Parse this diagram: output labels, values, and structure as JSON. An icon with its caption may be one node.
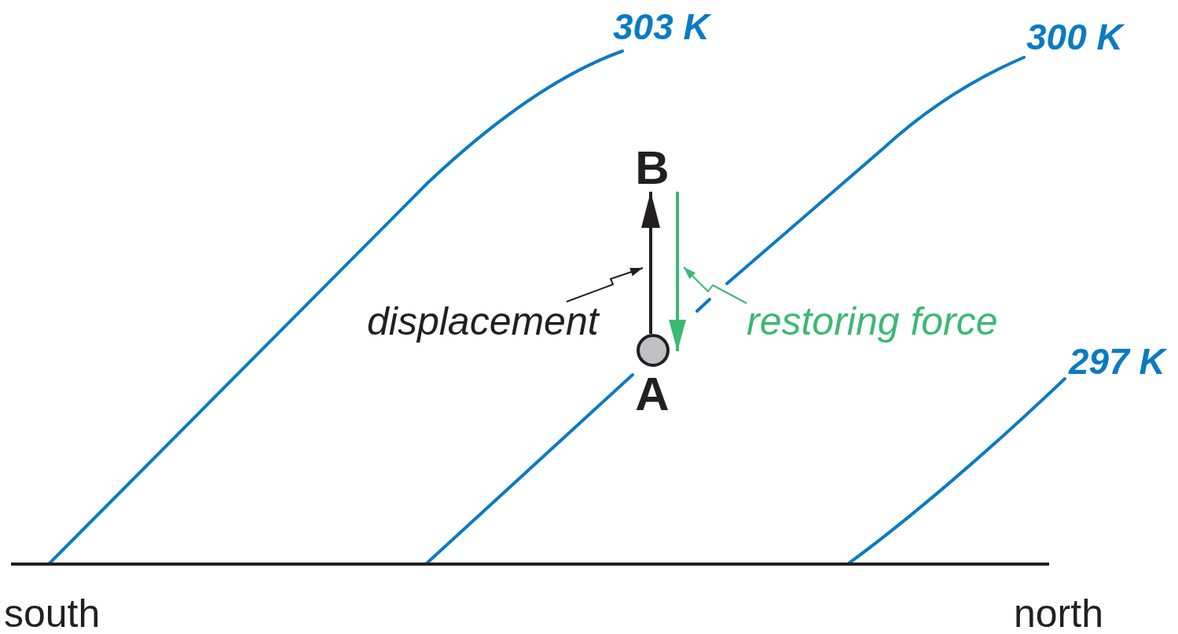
{
  "diagram": {
    "nodes": [
      {
        "text": [
          "B"
        ]
      },
      {
        "text": [
          "displacement"
        ]
      },
      {
        "text": [
          "restoring force"
        ]
      },
      {
        "text": [
          "A"
        ]
      }
    ],
    "edges": [
      {
        "from": 3,
        "to": 0,
        "arrow": "to"
      },
      {
        "from": 0,
        "to": 3,
        "arrow": "to",
        "color": "#3db874"
      },
      {
        "from": 1,
        "to": null,
        "arrow": "to"
      },
      {
        "from": 2,
        "to": null,
        "arrow": "to",
        "color": "#3db874"
      }
    ],
    "labels": [
      "303 K",
      "300 K",
      "297 K",
      "south",
      "north"
    ]
  }
}
